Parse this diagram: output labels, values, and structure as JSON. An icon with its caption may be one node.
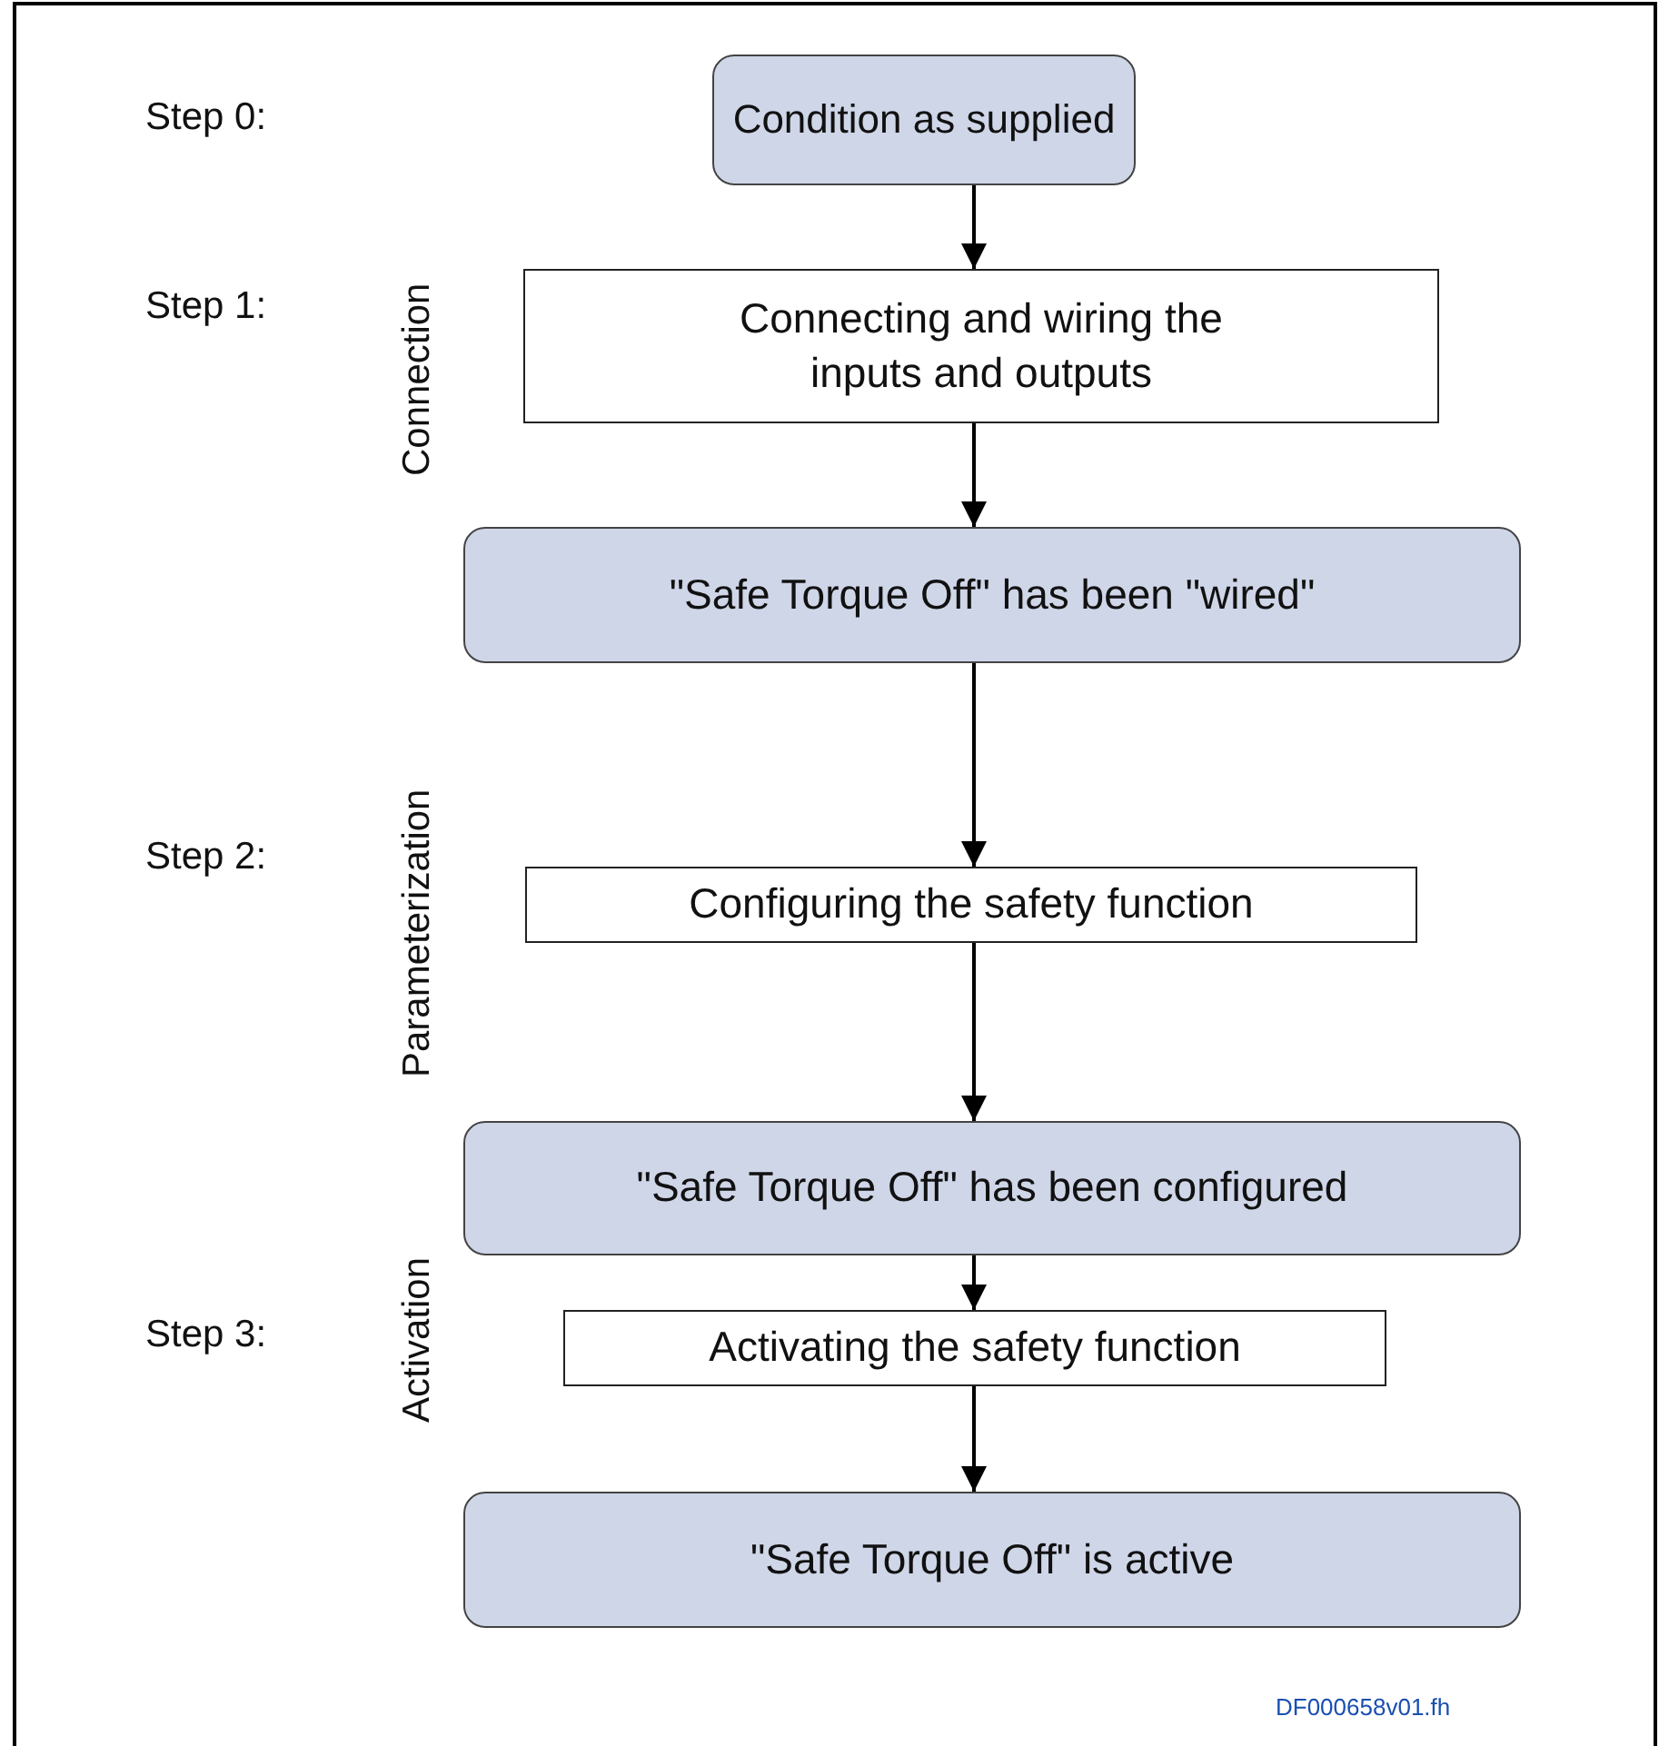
{
  "diagram": {
    "nodes": [
      {
        "text": [
          "Condition as supplied"
        ]
      },
      {
        "text": [
          "Connecting and wiring the inputs and outputs"
        ]
      },
      {
        "text": [
          "\"Safe Torque Off\" has been \"wired\""
        ]
      },
      {
        "text": [
          "Configuring the safety function"
        ]
      },
      {
        "text": [
          "\"Safe Torque Off\" has been configured"
        ]
      },
      {
        "text": [
          "Activating the safety function"
        ]
      },
      {
        "text": [
          "\"Safe Torque Off\" is active"
        ]
      }
    ],
    "edges": [
      {
        "from": 0,
        "to": 1,
        "arrow": "to"
      },
      {
        "from": 1,
        "to": 2,
        "arrow": "to"
      },
      {
        "from": 2,
        "to": 3,
        "arrow": "to"
      },
      {
        "from": 3,
        "to": 4,
        "arrow": "to"
      },
      {
        "from": 4,
        "to": 5,
        "arrow": "to"
      },
      {
        "from": 5,
        "to": 6,
        "arrow": "to"
      }
    ],
    "labels": [
      "Step 0:",
      "Step 1:",
      "Connection",
      "Step 2:",
      "Parameterization",
      "Step 3:",
      "Activation",
      "DF000658v01.fh"
    ]
  }
}
